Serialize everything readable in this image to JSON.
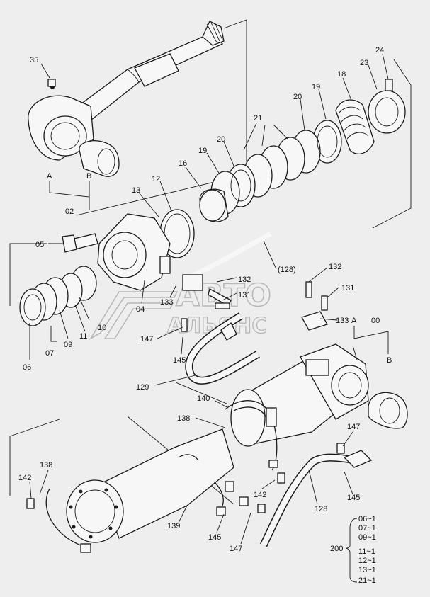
{
  "watermark": {
    "line1": "ABTO",
    "line2": "АЛЬЯНС"
  },
  "labels": {
    "l35": "35",
    "l24": "24",
    "l23": "23",
    "l18": "18",
    "l19a": "19",
    "l20a": "20",
    "l21": "21",
    "l20b": "20",
    "l19b": "19",
    "l16": "16",
    "l12": "12",
    "l13": "13",
    "lA1": "A",
    "lB1": "B",
    "l02": "02",
    "l05": "05",
    "l04": "04",
    "l10": "10",
    "l11": "11",
    "l09": "09",
    "l07": "07",
    "l06": "06",
    "l133a": "133",
    "l128a": "(128)",
    "l132a": "132",
    "l131a": "131",
    "l132b": "132",
    "l131b": "131",
    "l133b": "133",
    "lA2": "A",
    "l00": "00",
    "lB2": "B",
    "l147a": "147",
    "l145a": "145",
    "l129": "129",
    "l140": "140",
    "l138a": "138",
    "l147b": "147",
    "l145b": "145",
    "l142a": "142",
    "l138b": "138",
    "l142b": "142",
    "l139": "139",
    "l145c": "145",
    "l147c": "147",
    "l128b": "128",
    "l200": "200"
  },
  "kit_200": [
    "06~1",
    "07~1",
    "09~1",
    "11~1",
    "12~1",
    "13~1",
    "21~1"
  ]
}
